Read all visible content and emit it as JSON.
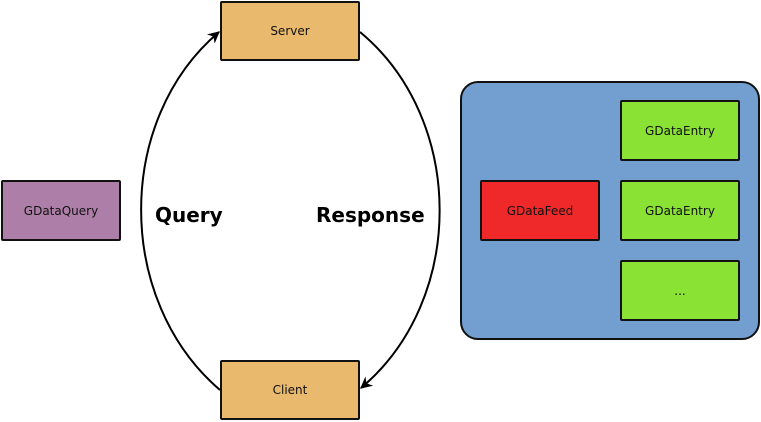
{
  "nodes": {
    "server": {
      "label": "Server",
      "color": "#e9b96e"
    },
    "client": {
      "label": "Client",
      "color": "#e9b96e"
    },
    "query_obj": {
      "label": "GDataQuery",
      "color": "#ad7fa8"
    },
    "feed": {
      "label": "GDataFeed",
      "color": "#ef2929"
    },
    "entries": [
      {
        "label": "GDataEntry",
        "color": "#8ae234"
      },
      {
        "label": "GDataEntry",
        "color": "#8ae234"
      },
      {
        "label": "...",
        "color": "#8ae234"
      }
    ],
    "container_color": "#729fcf"
  },
  "edges": {
    "query": {
      "label": "Query",
      "from": "Client",
      "to": "Server"
    },
    "response": {
      "label": "Response",
      "from": "Server",
      "to": "Client"
    }
  }
}
